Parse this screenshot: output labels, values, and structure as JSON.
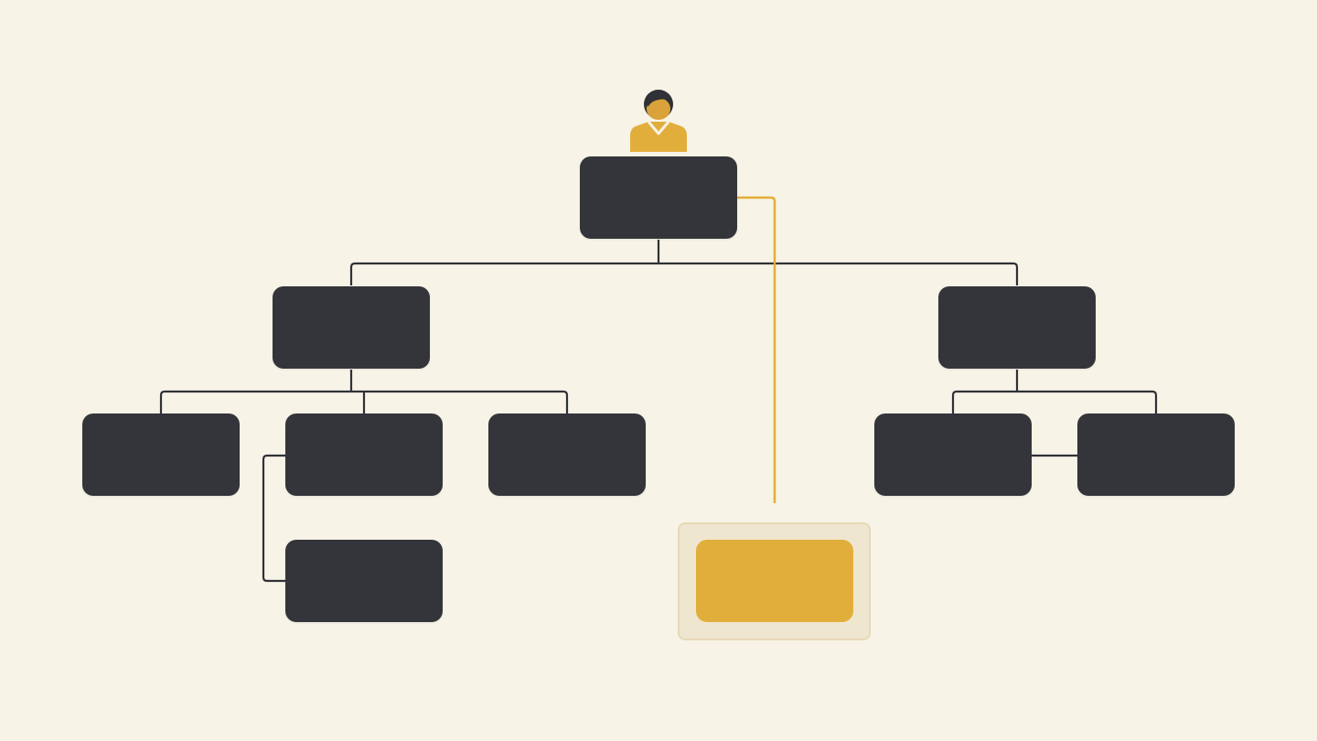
{
  "diagram": {
    "type": "org-chart",
    "colors": {
      "background": "#f7f3e6",
      "node": "#33353a",
      "connector": "#2f3136",
      "accent": "#e2ae3b",
      "accent_frame": "#efe6d0",
      "accent_frame_border": "#e7d9b6"
    },
    "icons": {
      "top": "person-icon"
    },
    "nodes": [
      {
        "id": "root",
        "label": ""
      },
      {
        "id": "left-manager",
        "label": ""
      },
      {
        "id": "right-manager",
        "label": ""
      },
      {
        "id": "left-child-1",
        "label": ""
      },
      {
        "id": "left-child-2",
        "label": ""
      },
      {
        "id": "left-child-3",
        "label": ""
      },
      {
        "id": "left-grandchild",
        "label": ""
      },
      {
        "id": "right-child-1",
        "label": ""
      },
      {
        "id": "right-child-2",
        "label": ""
      },
      {
        "id": "highlight",
        "label": ""
      }
    ],
    "edges": [
      {
        "from": "root",
        "to": "left-manager"
      },
      {
        "from": "root",
        "to": "right-manager"
      },
      {
        "from": "left-manager",
        "to": "left-child-1"
      },
      {
        "from": "left-manager",
        "to": "left-child-2"
      },
      {
        "from": "left-manager",
        "to": "left-child-3"
      },
      {
        "from": "left-child-2",
        "to": "left-grandchild"
      },
      {
        "from": "right-manager",
        "to": "right-child-1"
      },
      {
        "from": "right-manager",
        "to": "right-child-2"
      },
      {
        "from": "right-child-1",
        "to": "right-child-2"
      },
      {
        "from": "root",
        "to": "highlight",
        "style": "accent"
      }
    ]
  }
}
